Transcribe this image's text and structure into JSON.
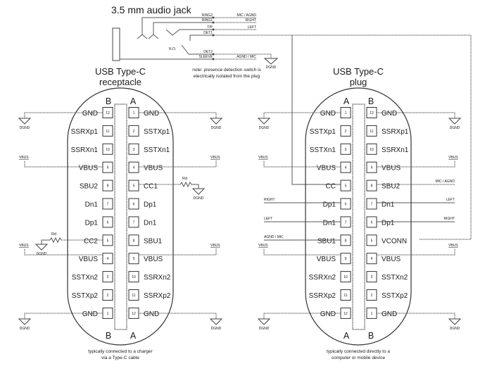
{
  "jack": {
    "title": "3.5 mm audio jack",
    "contacts": [
      {
        "name": "RING2",
        "signal": "MIC / AGND"
      },
      {
        "name": "RING1",
        "signal": "RIGHT"
      },
      {
        "name": "TIP",
        "signal": "LEFT"
      },
      {
        "name": "DET1",
        "signal": ""
      },
      {
        "name": "DET2",
        "signal": ""
      },
      {
        "name": "SLEEVE",
        "signal": "AGND / MIC"
      }
    ],
    "switch_label": "N.O.",
    "ground_label": "DGND",
    "note_line1": "note:  presence detection switch is",
    "note_line2": "electrically isolated from the plug"
  },
  "receptacle": {
    "title_line1": "USB Type-C",
    "title_line2": "receptacle",
    "row_b_label": "B",
    "row_a_label": "A",
    "pins": [
      {
        "b_num": "12",
        "b_name": "GND",
        "a_num": "1",
        "a_name": "GND"
      },
      {
        "b_num": "11",
        "b_name": "SSRXp1",
        "a_num": "2",
        "a_name": "SSTXp1"
      },
      {
        "b_num": "10",
        "b_name": "SSRXn1",
        "a_num": "3",
        "a_name": "SSTXn1"
      },
      {
        "b_num": "9",
        "b_name": "VBUS",
        "a_num": "4",
        "a_name": "VBUS"
      },
      {
        "b_num": "8",
        "b_name": "SBU2",
        "a_num": "5",
        "a_name": "CC1"
      },
      {
        "b_num": "7",
        "b_name": "Dn1",
        "a_num": "6",
        "a_name": "Dp1"
      },
      {
        "b_num": "6",
        "b_name": "Dp1",
        "a_num": "7",
        "a_name": "Dn1"
      },
      {
        "b_num": "5",
        "b_name": "CC2",
        "a_num": "8",
        "a_name": "SBU1"
      },
      {
        "b_num": "4",
        "b_name": "VBUS",
        "a_num": "9",
        "a_name": "VBUS"
      },
      {
        "b_num": "3",
        "b_name": "SSTXn2",
        "a_num": "10",
        "a_name": "SSRXn2"
      },
      {
        "b_num": "2",
        "b_name": "SSTXp2",
        "a_num": "11",
        "a_name": "SSRXp2"
      },
      {
        "b_num": "1",
        "b_name": "GND",
        "a_num": "12",
        "a_name": "GND"
      }
    ],
    "resistor_label": "Rd",
    "ground_label": "DGND",
    "vbus_label": "VBUS",
    "caption_line1": "typically connected to a charger",
    "caption_line2": "via a Type-C cable"
  },
  "plug": {
    "title_line1": "USB Type-C",
    "title_line2": "plug",
    "row_a_label": "A",
    "row_b_label": "B",
    "pins": [
      {
        "a_num": "1",
        "a_name": "GND",
        "b_num": "12",
        "b_name": "GND"
      },
      {
        "a_num": "2",
        "a_name": "SSTXp1",
        "b_num": "11",
        "b_name": "SSRXp1"
      },
      {
        "a_num": "3",
        "a_name": "SSTXn1",
        "b_num": "10",
        "b_name": "SSRXn1"
      },
      {
        "a_num": "4",
        "a_name": "VBUS",
        "b_num": "9",
        "b_name": "VBUS"
      },
      {
        "a_num": "5",
        "a_name": "CC",
        "b_num": "8",
        "b_name": "SBU2"
      },
      {
        "a_num": "6",
        "a_name": "Dp1",
        "b_num": "7",
        "b_name": "Dn1"
      },
      {
        "a_num": "7",
        "a_name": "Dn1",
        "b_num": "6",
        "b_name": "Dp1"
      },
      {
        "a_num": "8",
        "a_name": "SBU1",
        "b_num": "5",
        "b_name": "VCONN"
      },
      {
        "a_num": "9",
        "a_name": "VBUS",
        "b_num": "4",
        "b_name": "VBUS"
      },
      {
        "a_num": "10",
        "a_name": "SSRXn2",
        "b_num": "3",
        "b_name": "SSTXn2"
      },
      {
        "a_num": "11",
        "a_name": "SSRXp2",
        "b_num": "2",
        "b_name": "SSTXp2"
      },
      {
        "a_num": "12",
        "a_name": "GND",
        "b_num": "1",
        "b_name": "GND"
      }
    ],
    "signals": {
      "left_dp1": "RIGHT",
      "left_dn1": "LEFT",
      "left_sbu1": "AGND / MIC",
      "right_sbu2": "MIC / AGND",
      "right_dn1": "LEFT",
      "right_dp1": "RIGHT"
    },
    "ground_label": "DGND",
    "vbus_label": "VBUS",
    "caption_line1": "typically connected directly to a",
    "caption_line2": "computer or mobile device"
  }
}
